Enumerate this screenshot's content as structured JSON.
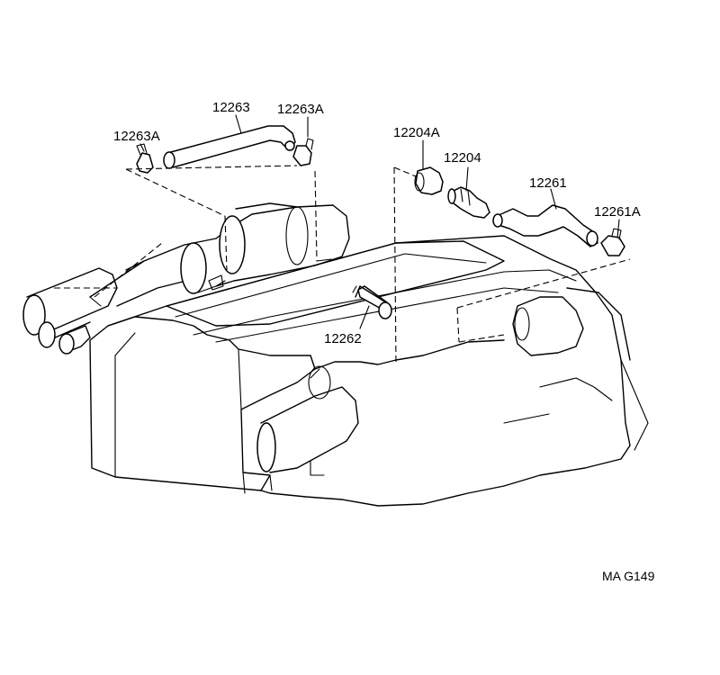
{
  "parts": {
    "hose_top": "12263",
    "clamp_top_right": "12263A",
    "clamp_top_left": "12263A",
    "grommet": "12204A",
    "pcv_valve": "12204",
    "hose_right": "12261",
    "clamp_right": "12261A",
    "hose_lower": "12262"
  },
  "figure_code": "MA G149"
}
